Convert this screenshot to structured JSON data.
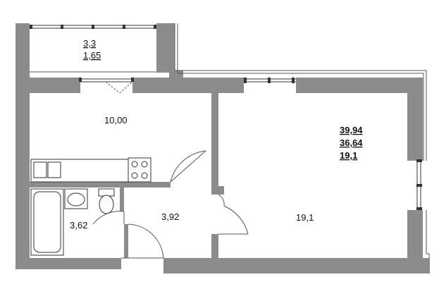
{
  "rooms": {
    "balcony": {
      "area": "3,3",
      "reduced_area": "1,65"
    },
    "kitchen": {
      "area": "10,00"
    },
    "bathroom": {
      "area": "3,62"
    },
    "hall": {
      "area": "3,92"
    },
    "living_room": {
      "area": "19,1"
    }
  },
  "totals": {
    "total_area": "39,94",
    "living_total": "36,64",
    "living_area": "19,1"
  },
  "colors": {
    "wall": "#8c8c8c",
    "line": "#333333",
    "background": "#ffffff"
  }
}
